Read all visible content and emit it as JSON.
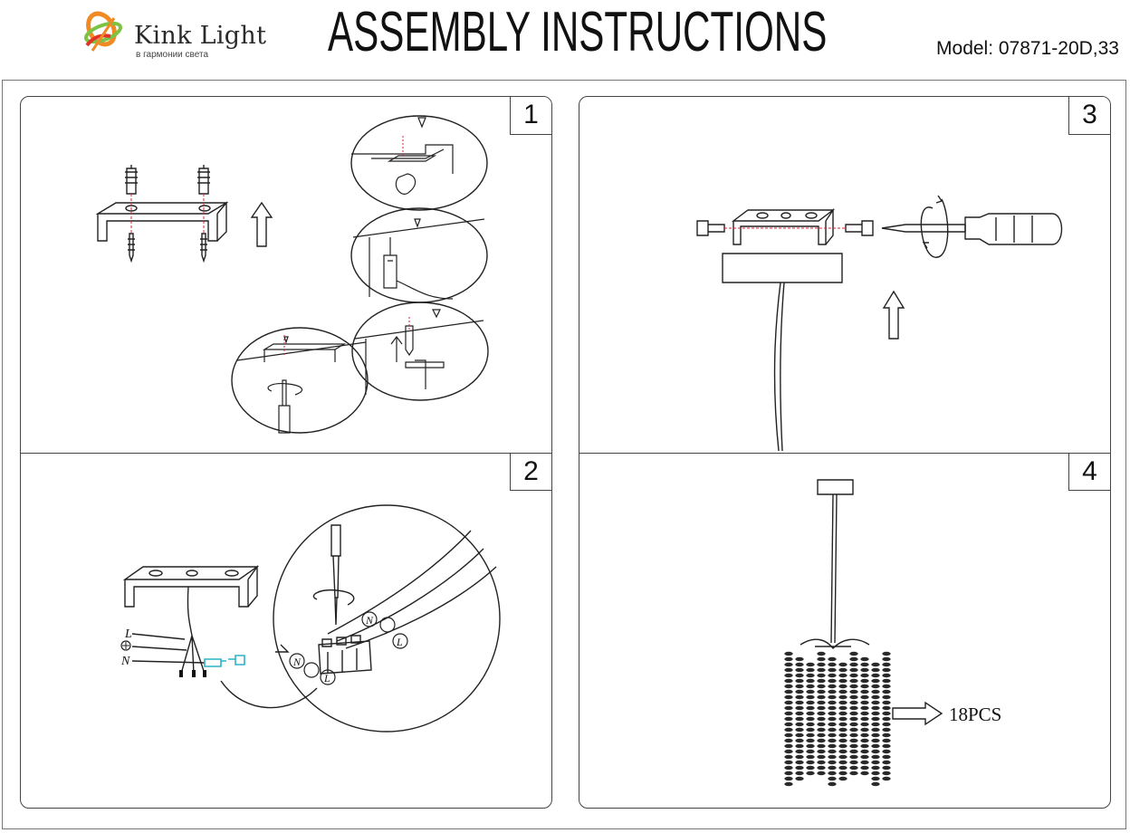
{
  "header": {
    "brand": "Kink Light",
    "tagline": "в гармонии света",
    "title": "ASSEMBLY INSTRUCTIONS",
    "model": "Model: 07871-20D,33"
  },
  "steps": [
    {
      "number": "1"
    },
    {
      "number": "2"
    },
    {
      "number": "3"
    },
    {
      "number": "4"
    }
  ],
  "wiring_labels": {
    "live": "L",
    "neutral": "N",
    "terminal_n": "N",
    "terminal_l": "L",
    "terminal_top_n": "N",
    "terminal_top_l": "L"
  },
  "step4": {
    "count_label": "18PCS"
  },
  "colors": {
    "logo_orange": "#f08a24",
    "logo_green": "#7cc243",
    "logo_red": "#e2332b",
    "connector_cyan": "#2bb3c9",
    "guide_red": "#d8263a"
  }
}
